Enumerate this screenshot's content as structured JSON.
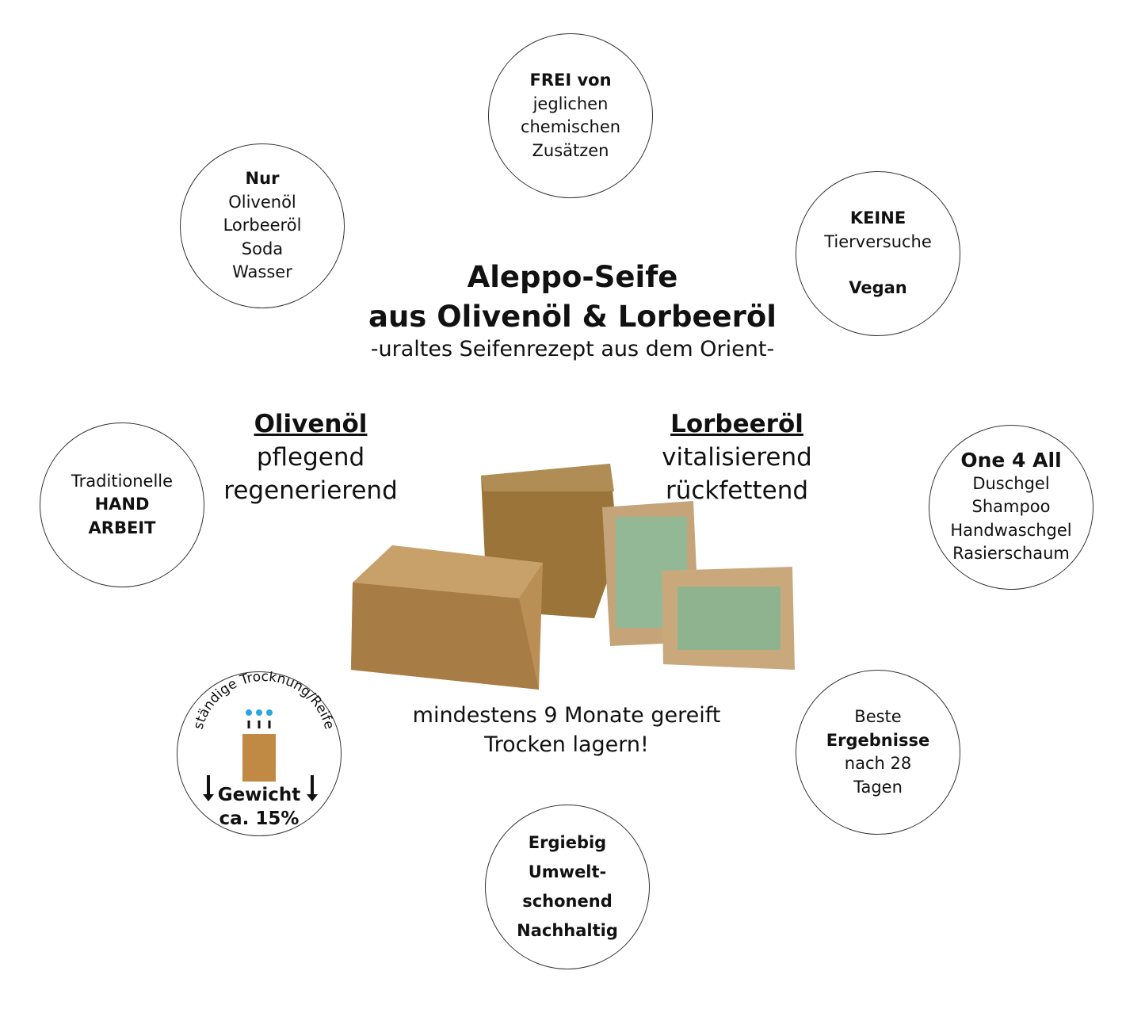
{
  "title": {
    "line1": "Aleppo-Seife",
    "line2": "aus Olivenöl & Lorbeeröl",
    "subtitle": "-uraltes Seifenrezept aus dem Orient-"
  },
  "olive": {
    "heading": "Olivenöl",
    "lines": [
      "pflegend",
      "regenerierend"
    ]
  },
  "laurel": {
    "heading": "Lorbeeröl",
    "lines": [
      "vitalisierend",
      "rückfettend"
    ]
  },
  "notes": [
    "mindestens 9 Monate gereift",
    "Trocken lagern!"
  ],
  "circles": [
    {
      "id": "free",
      "lines": [
        {
          "text": "FREI von",
          "bold": true
        },
        {
          "text": "jeglichen"
        },
        {
          "text": "chemischen"
        },
        {
          "text": "Zusätzen"
        }
      ]
    },
    {
      "id": "ingredients",
      "lines": [
        {
          "text": "Nur",
          "bold": true
        },
        {
          "text": "Olivenöl"
        },
        {
          "text": "Lorbeeröl"
        },
        {
          "text": "Soda"
        },
        {
          "text": "Wasser"
        }
      ]
    },
    {
      "id": "vegan",
      "lines": [
        {
          "text": "KEINE",
          "bold": true
        },
        {
          "text": "Tierversuche"
        },
        {
          "text": ""
        },
        {
          "text": "Vegan",
          "bold": true
        }
      ]
    },
    {
      "id": "handmade",
      "lines": [
        {
          "text": "Traditionelle"
        },
        {
          "text": "HAND",
          "bold": true
        },
        {
          "text": "ARBEIT",
          "bold": true
        }
      ]
    },
    {
      "id": "one4all",
      "lines": [
        {
          "text": "One 4 All",
          "bold": true,
          "big": true
        },
        {
          "text": "Duschgel"
        },
        {
          "text": "Shampoo"
        },
        {
          "text": "Handwaschgel"
        },
        {
          "text": "Rasierschaum"
        }
      ]
    },
    {
      "id": "results",
      "lines": [
        {
          "text": "Beste"
        },
        {
          "text": "Ergebnisse",
          "bold": true
        },
        {
          "text": "nach 28"
        },
        {
          "text": "Tagen"
        }
      ]
    },
    {
      "id": "eco",
      "lines": [
        {
          "text": "Ergiebig",
          "bold": true
        },
        {
          "text": "Umwelt-",
          "bold": true
        },
        {
          "text": "schonend",
          "bold": true
        },
        {
          "text": "Nachhaltig",
          "bold": true
        }
      ]
    }
  ],
  "drying": {
    "arc_text": "ständige Trocknung/Reife",
    "weight": "Gewicht",
    "percent": "ca. 15%"
  },
  "colors": {
    "soap_outer": "#b48a4e",
    "soap_inner": "#8fb38f",
    "drop": "#2aa6de"
  }
}
